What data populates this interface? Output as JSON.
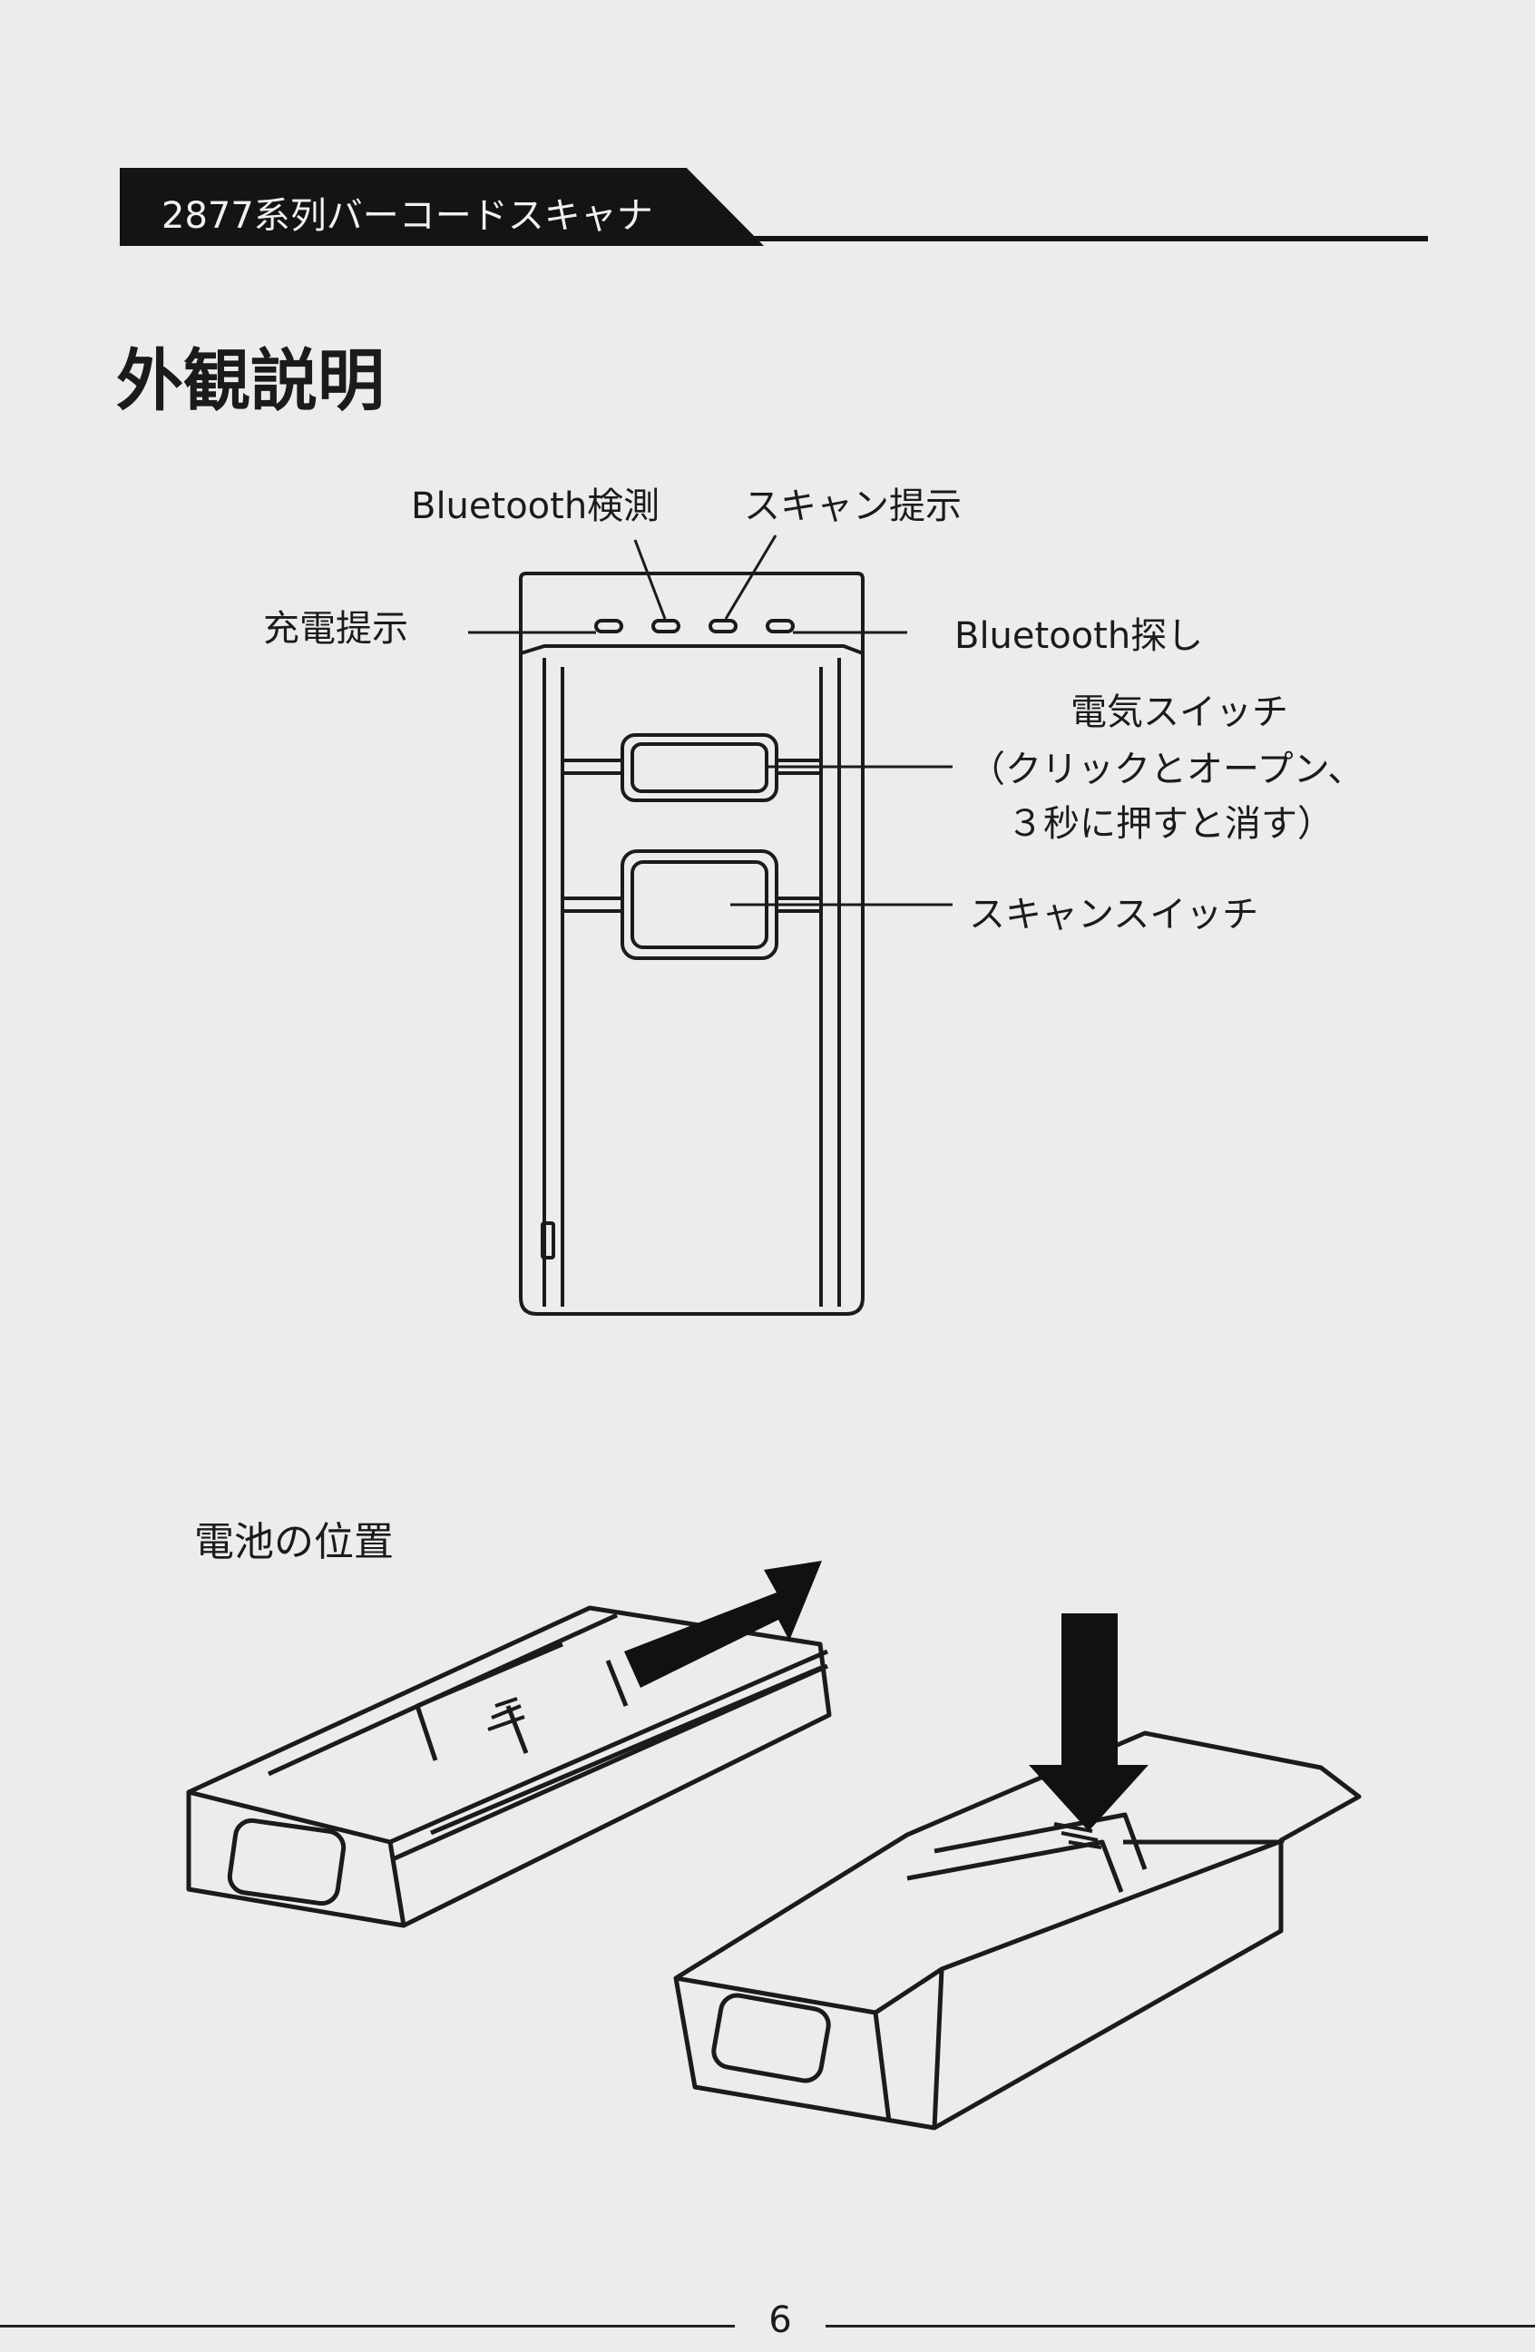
{
  "header": {
    "series_title": "2877系列バーコードスキャナ"
  },
  "section": {
    "title": "外観説明"
  },
  "labels": {
    "bluetooth_detect": "Bluetooth検測",
    "scan_indicator": "スキャン提示",
    "charge_indicator": "充電提示",
    "bluetooth_search": "Bluetooth探し",
    "power_switch": "電気スイッチ",
    "power_switch_note_1": "（クリックとオープン、",
    "power_switch_note_2": "３秒に押すと消す）",
    "scan_switch": "スキャンスイッチ"
  },
  "battery": {
    "title": "電池の位置"
  },
  "footer": {
    "page_number": "6"
  }
}
